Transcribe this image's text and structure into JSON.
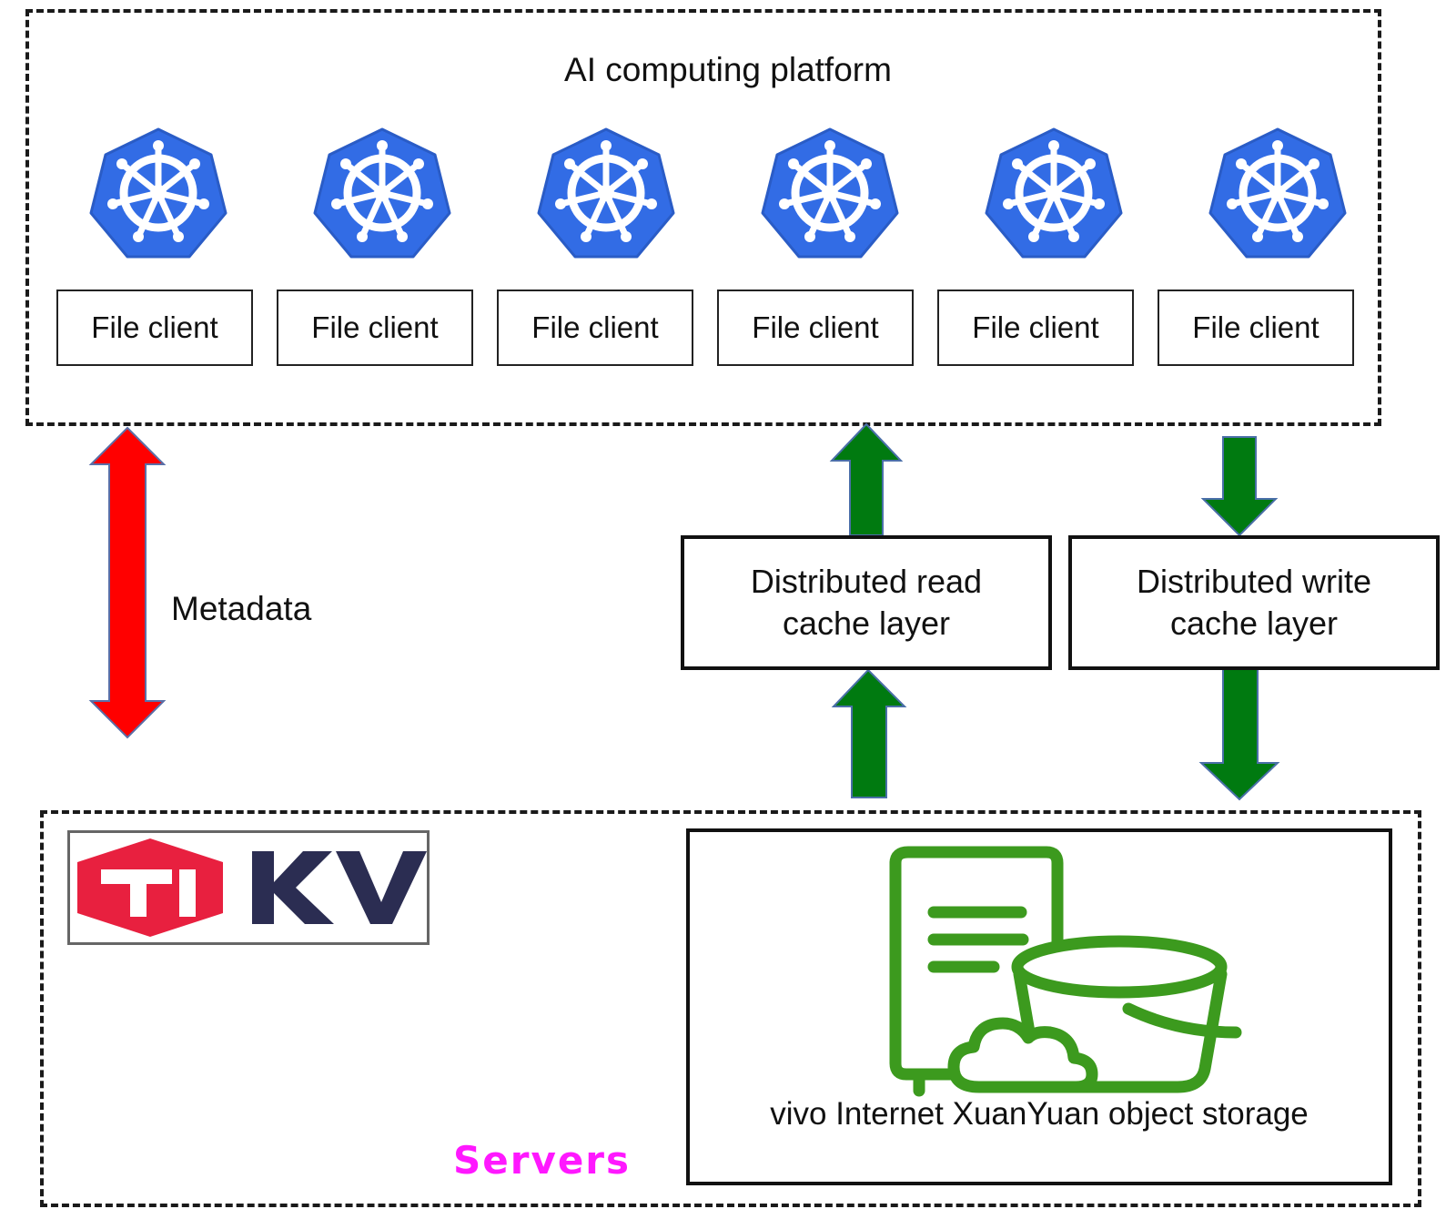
{
  "platform": {
    "title": "AI computing platform",
    "clients": [
      {
        "label": "File client"
      },
      {
        "label": "File client"
      },
      {
        "label": "File client"
      },
      {
        "label": "File client"
      },
      {
        "label": "File client"
      },
      {
        "label": "File client"
      }
    ],
    "client_icon": "kubernetes-helm-icon"
  },
  "metadata_label": "Metadata",
  "read_cache": {
    "line1": "Distributed read",
    "line2": "cache layer"
  },
  "write_cache": {
    "line1": "Distributed write",
    "line2": "cache layer"
  },
  "servers": {
    "label": "Servers",
    "tikv_logo_text": "KV",
    "tikv_logo_mark": "Ti",
    "storage_label": "vivo Internet XuanYuan object storage",
    "storage_icon": "object-storage-bucket-icon"
  },
  "colors": {
    "k8s_blue": "#326ce5",
    "metadata_arrow": "#ff0000",
    "data_arrow": "#007a10",
    "servers_text": "#ff18ff",
    "storage_icon": "#3c9a1e",
    "tikv_red": "#e8203f",
    "tikv_navy": "#2b2d52"
  }
}
